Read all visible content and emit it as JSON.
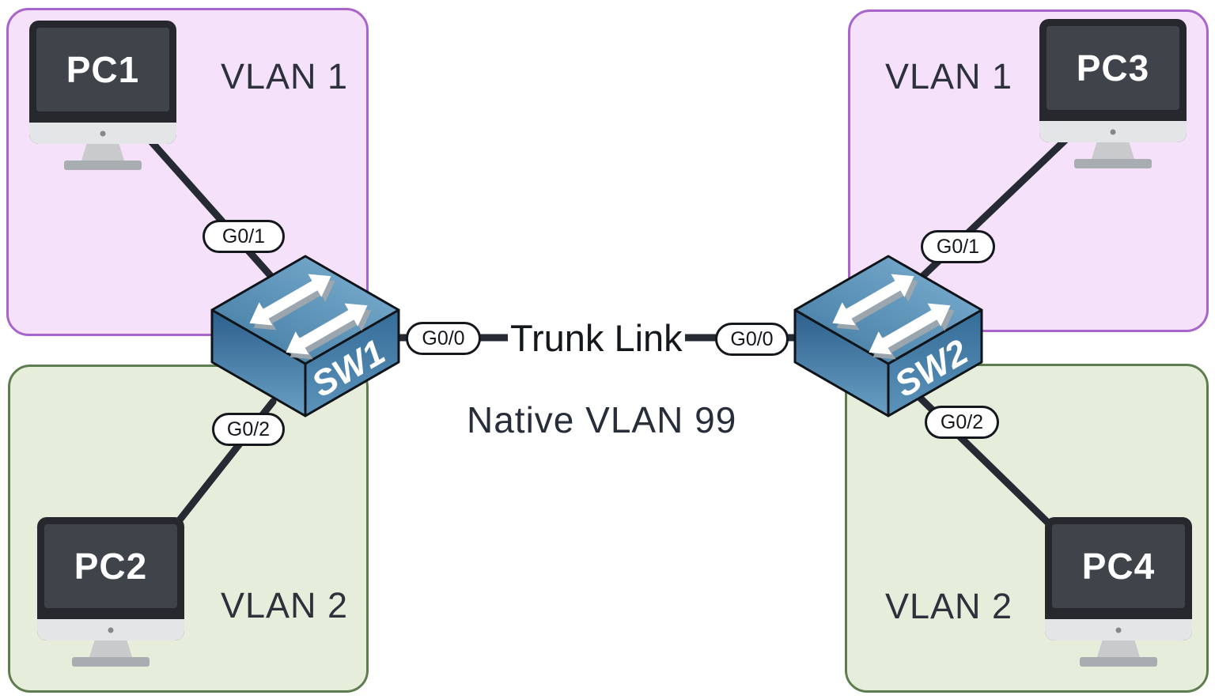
{
  "zones": {
    "sw1_vlan1": {
      "label": "VLAN 1"
    },
    "sw1_vlan2": {
      "label": "VLAN 2"
    },
    "sw2_vlan1": {
      "label": "VLAN 1"
    },
    "sw2_vlan2": {
      "label": "VLAN 2"
    }
  },
  "devices": {
    "pc1": {
      "label": "PC1"
    },
    "pc2": {
      "label": "PC2"
    },
    "pc3": {
      "label": "PC3"
    },
    "pc4": {
      "label": "PC4"
    },
    "sw1": {
      "label": "SW1"
    },
    "sw2": {
      "label": "SW2"
    }
  },
  "ports": {
    "sw1_g01": {
      "label": "G0/1"
    },
    "sw1_g02": {
      "label": "G0/2"
    },
    "sw1_g00": {
      "label": "G0/0"
    },
    "sw2_g00": {
      "label": "G0/0"
    },
    "sw2_g01": {
      "label": "G0/1"
    },
    "sw2_g02": {
      "label": "G0/2"
    }
  },
  "links": {
    "trunk_label": "Trunk Link",
    "native_vlan_label": "Native VLAN 99"
  },
  "colors": {
    "vlan1_fill": "#f5e2fa",
    "vlan1_border": "#a964cc",
    "vlan2_fill": "#e6eedb",
    "vlan2_border": "#5e7d4e",
    "link_line": "#262b33",
    "switch_top": "#79aed2",
    "switch_side_dark": "#2c5f8c",
    "pc_bezel": "#26282e",
    "pc_screen": "#3f444b",
    "text_dark": "#272e3a"
  }
}
